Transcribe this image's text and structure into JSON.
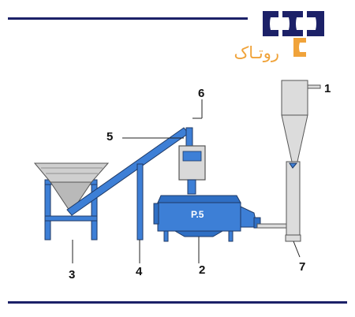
{
  "brand": {
    "name": "روتـاک",
    "colors": {
      "navy": "#1c2168",
      "orange": "#f0a33a"
    }
  },
  "diagram": {
    "machine_label": "P.5",
    "callouts": [
      "1",
      "2",
      "3",
      "4",
      "5",
      "6",
      "7"
    ],
    "colors": {
      "machine_blue": "#3d7fd6",
      "outline": "#1f3a66",
      "hopper_gray": "#cfcfcf",
      "rule_navy": "#1c2168"
    }
  }
}
